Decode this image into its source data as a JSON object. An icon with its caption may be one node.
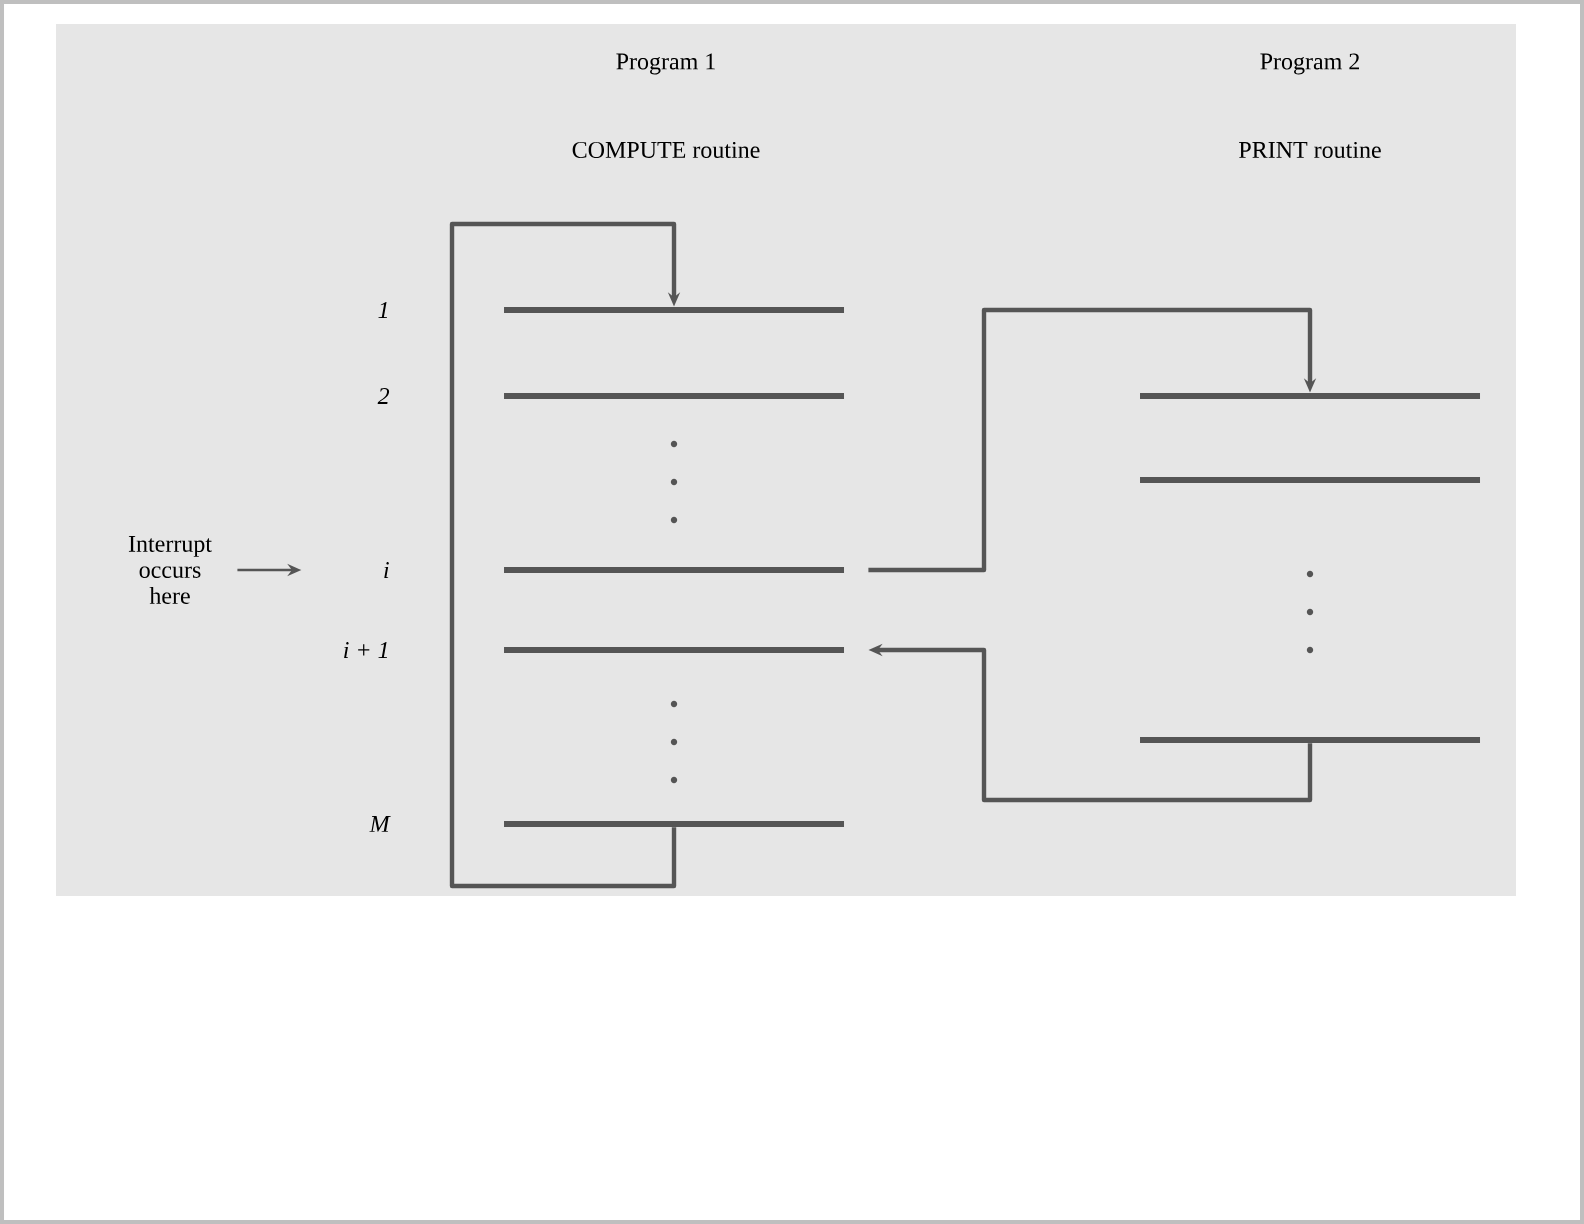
{
  "diagram": {
    "nodes": [
      {
        "text": [
          "Interrupt occurs here"
        ]
      },
      {
        "text": [],
        "shape": "bar"
      },
      {
        "text": [],
        "shape": "bar"
      },
      {
        "text": [],
        "shape": "bar"
      },
      {
        "text": [],
        "shape": "bar"
      },
      {
        "text": [],
        "shape": "bar"
      },
      {
        "text": [],
        "shape": "bar"
      },
      {
        "text": [],
        "shape": "bar"
      },
      {
        "text": [],
        "shape": "bar"
      }
    ],
    "edges": [
      {
        "from": 0,
        "to": null,
        "arrow": "to"
      },
      {
        "from": 5,
        "to": 1,
        "arrow": "to"
      },
      {
        "from": 3,
        "to": 6,
        "arrow": "to"
      },
      {
        "from": 8,
        "to": 4,
        "arrow": "to"
      }
    ],
    "labels": [
      "Program 1",
      "COMPUTE routine",
      "Program 2",
      "PRINT routine",
      "1",
      "2",
      "i",
      "i + 1",
      "M"
    ]
  }
}
